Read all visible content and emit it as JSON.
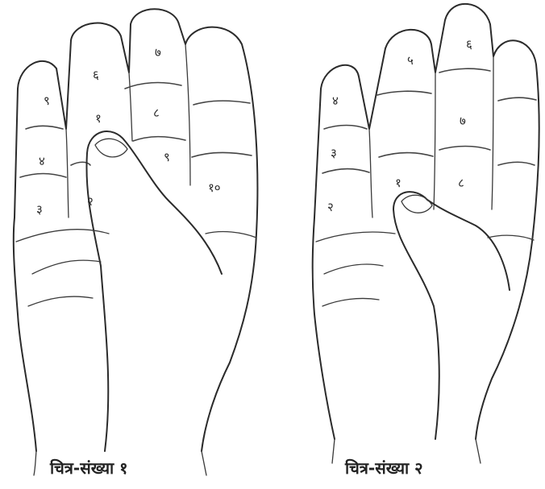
{
  "figure1": {
    "caption": "चित्र-संख्या १",
    "labels": [
      "१",
      "२",
      "३",
      "४",
      "५",
      "६",
      "७",
      "८",
      "९",
      "१०"
    ]
  },
  "figure2": {
    "caption": "चित्र-संख्या २",
    "labels": [
      "१",
      "२",
      "३",
      "४",
      "५",
      "६",
      "७",
      "८"
    ]
  }
}
